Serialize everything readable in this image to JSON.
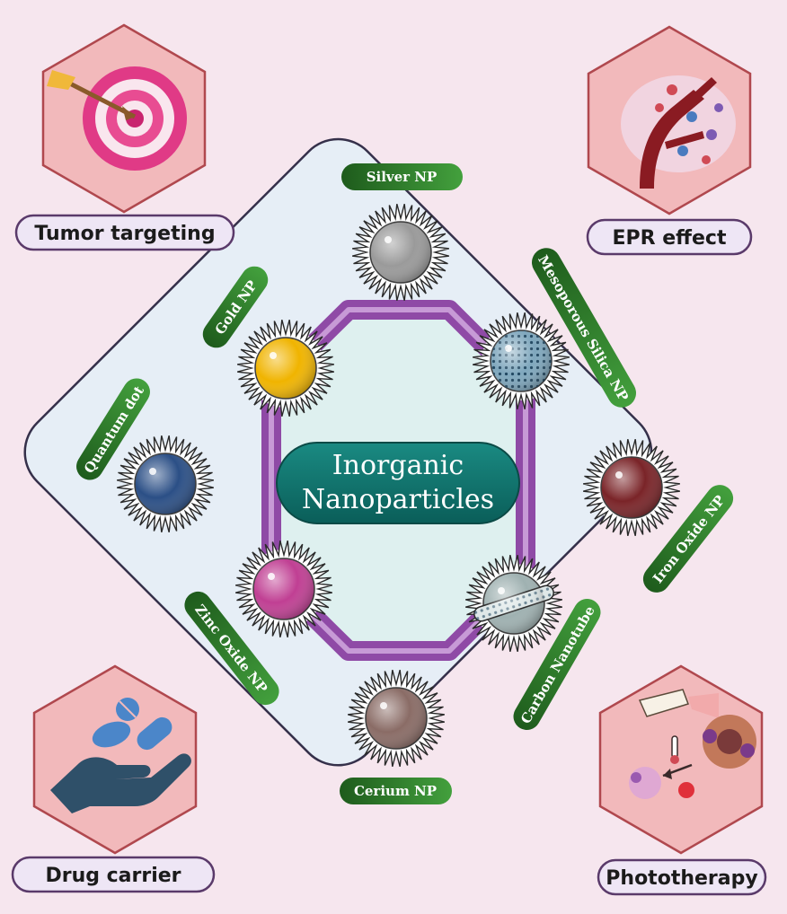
{
  "title": {
    "line1": "Inorganic",
    "line2": "Nanoparticles"
  },
  "corners": [
    {
      "label": "Tumor targeting",
      "icon": "target-icon"
    },
    {
      "label": "EPR effect",
      "icon": "blood-vessel-icon"
    },
    {
      "label": "Drug carrier",
      "icon": "hand-pills-icon"
    },
    {
      "label": "Phototherapy",
      "icon": "laser-cell-icon"
    }
  ],
  "nanoparticles": [
    {
      "label": "Silver NP",
      "color": "#9a9a9a"
    },
    {
      "label": "Mesoporous Silica NP",
      "color": "#7fa7bd"
    },
    {
      "label": "Iron Oxide NP",
      "color": "#7a2428"
    },
    {
      "label": "Carbon Nanotube",
      "color": "#9fb1b1"
    },
    {
      "label": "Cerium NP",
      "color": "#8a6c66"
    },
    {
      "label": "Zinc Oxide NP",
      "color": "#c03f93"
    },
    {
      "label": "Quantum dot",
      "color": "#2b4f86"
    },
    {
      "label": "Gold NP",
      "color": "#f0b400"
    }
  ],
  "colors": {
    "background": "#f6e6ee",
    "diamond": "#e6eef6",
    "octagon": "#8f4aa6",
    "center_fill": "#def0ef",
    "title_pill": "#0f6f6a",
    "np_pill": "#2f7d2c",
    "corner_hex": "#f2b9bb"
  }
}
